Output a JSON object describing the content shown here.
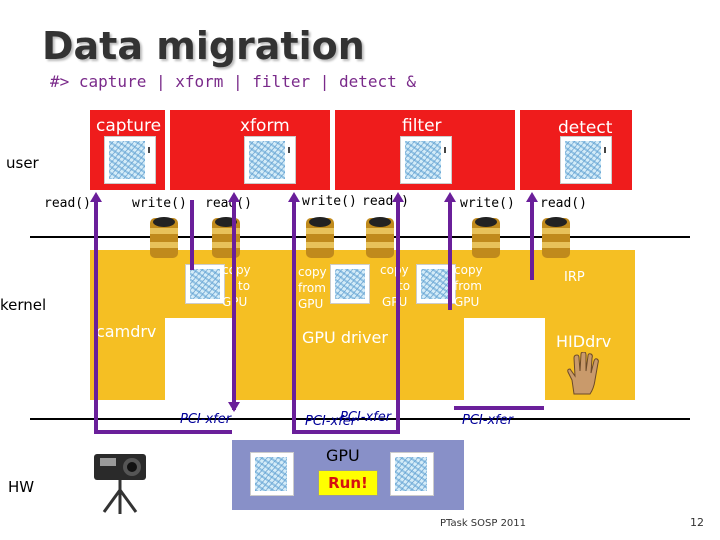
{
  "title": "Data migration",
  "subtitle": "#> capture | xform | filter | detect &",
  "layers": {
    "user": "user",
    "kernel": "kernel",
    "hw": "HW"
  },
  "processes": [
    {
      "id": "capture",
      "label": "capture"
    },
    {
      "id": "xform",
      "label": "xform"
    },
    {
      "id": "filter",
      "label": "filter"
    },
    {
      "id": "detect",
      "label": "detect"
    }
  ],
  "syscalls": [
    "read()",
    "write()",
    "read()",
    "write()",
    "read()",
    "write()",
    "read()"
  ],
  "kernel_boxes": [
    {
      "id": "copy-to-gpu-1",
      "lines": [
        "copy",
        "to",
        "GPU"
      ]
    },
    {
      "id": "copy-from-gpu-1",
      "lines": [
        "copy",
        "from",
        "GPU"
      ]
    },
    {
      "id": "copy-to-gpu-2",
      "lines": [
        "copy",
        "to",
        "GPU"
      ]
    },
    {
      "id": "copy-from-gpu-2",
      "lines": [
        "copy",
        "from",
        "GPU"
      ]
    },
    {
      "id": "irp",
      "lines": [
        "IRP"
      ]
    }
  ],
  "drivers": {
    "camdrv": "camdrv",
    "gpu_driver": "GPU driver",
    "hiddrv": "HIDdrv"
  },
  "pci_labels": [
    "PCI-xfer",
    "PCI-xfer",
    "PCI-xfer",
    "PCI-xfer"
  ],
  "gpu": {
    "label": "GPU",
    "run": "Run!"
  },
  "footer": {
    "venue": "PTask SOSP 2011",
    "page": "12"
  },
  "colors": {
    "user_region": "#ef1c1c",
    "kernel_region": "#f5bf23",
    "hw_region": "#8890c8",
    "arrows": "#6a1f9a",
    "run_text": "#d61010"
  }
}
